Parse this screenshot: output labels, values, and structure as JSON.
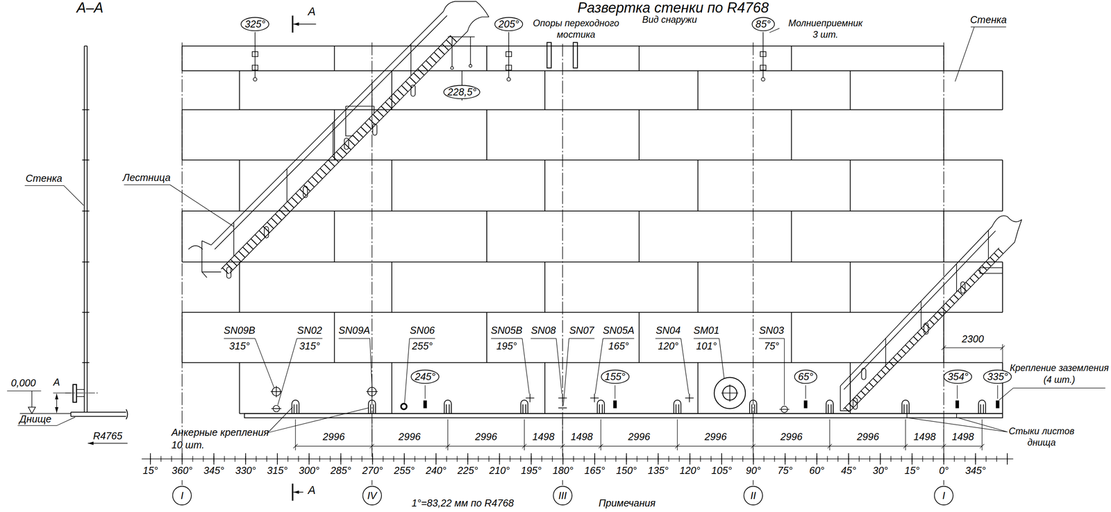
{
  "diagram": {
    "title": "Развертка стенки по R4768",
    "nodes": [
      {
        "text": [
          "325°"
        ]
      },
      {
        "text": [
          "205°"
        ]
      },
      {
        "text": [
          "85°"
        ]
      },
      {
        "text": [
          "228,5°"
        ]
      },
      {
        "text": [
          "245°"
        ]
      },
      {
        "text": [
          "155°"
        ]
      },
      {
        "text": [
          "65°"
        ]
      },
      {
        "text": [
          "354°"
        ]
      },
      {
        "text": [
          "335°"
        ]
      },
      {
        "text": [
          "I"
        ]
      },
      {
        "text": [
          "IV"
        ]
      },
      {
        "text": [
          "III"
        ]
      },
      {
        "text": [
          "II"
        ]
      },
      {
        "text": [
          "I"
        ]
      }
    ],
    "labels": [
      "А–А",
      "Вид снаружи",
      "А",
      "Опоры переходного мостика",
      "Молниеприемник 3 шт.",
      "Стенка",
      "Стенка",
      "Лестница",
      "SN09B",
      "315°",
      "SN02",
      "315°",
      "SN09A",
      "SN06",
      "255°",
      "SN05B",
      "195°",
      "SN08",
      "SN07",
      "SN05A",
      "165°",
      "SN04",
      "120°",
      "SM01",
      "101°",
      "SN03",
      "75°",
      "2300",
      "Крепление заземления (4 шт.)",
      "0,000",
      "А",
      "Днище",
      "R4765",
      "Анкерные крепления 10 шт.",
      "2996",
      "2996",
      "2996",
      "1498",
      "1498",
      "2996",
      "2996",
      "2996",
      "2996",
      "1498",
      "1498",
      "Стыки листов днища",
      "15°",
      "360°",
      "345°",
      "330°",
      "315°",
      "300°",
      "285°",
      "270°",
      "255°",
      "240°",
      "225°",
      "210°",
      "195°",
      "180°",
      "165°",
      "150°",
      "135°",
      "120°",
      "105°",
      "90°",
      "75°",
      "60°",
      "45°",
      "30°",
      "15°",
      "0°",
      "345°",
      "1°=83,22 мм по R4768",
      "Примечания",
      "А"
    ]
  }
}
